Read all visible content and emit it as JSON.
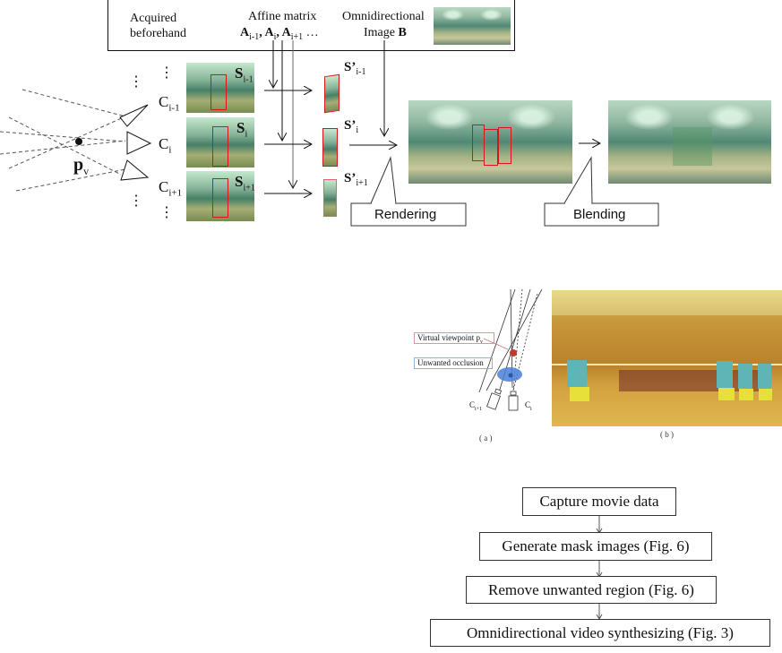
{
  "top_figure": {
    "acquired_box": {
      "label_line1": "Acquired",
      "label_line2": "beforehand",
      "affine_title": "Affine  matrix",
      "affine_items": [
        "A",
        "i-1",
        ", A",
        "i",
        ", A",
        "i+1",
        " …"
      ],
      "omni_title": "Omnidirectional",
      "omni_image_label": "Image",
      "omni_image_symbol": "B"
    },
    "viewpoint_label": "p",
    "viewpoint_sub": "v",
    "cameras": [
      {
        "name": "C",
        "sub": "i-1"
      },
      {
        "name": "C",
        "sub": "i"
      },
      {
        "name": "C",
        "sub": "i+1"
      }
    ],
    "ellipsis": "⋮",
    "segments": [
      {
        "name": "S",
        "sub": "i-1"
      },
      {
        "name": "S",
        "sub": "i"
      },
      {
        "name": "S",
        "sub": "i+1"
      }
    ],
    "transformed_segments": [
      {
        "name": "S’",
        "sub": "i-1"
      },
      {
        "name": "S’",
        "sub": "i"
      },
      {
        "name": "S’",
        "sub": "i+1"
      }
    ],
    "rendering_label": "Rendering",
    "blending_label": "Blending"
  },
  "occlusion_figure": {
    "virtual_viewpoint_label": "Virtual viewpoint p",
    "virtual_viewpoint_sub": "v",
    "unwanted_occlusion_label": "Unwanted occlusion",
    "camera_left": {
      "name": "C",
      "sub": "i+1"
    },
    "camera_right": {
      "name": "C",
      "sub": "i"
    },
    "caption_a": "( a )",
    "caption_b": "( b )",
    "colors": {
      "viewpoint": "#c0392b",
      "occlusion": "#4a7fd6",
      "viewpoint_box_border": "#c77",
      "occlusion_box_border": "#7aa6d6"
    }
  },
  "flowchart": {
    "steps": [
      "Capture movie data",
      "Generate mask images (Fig. 6)",
      "Remove unwanted region (Fig. 6)",
      "Omnidirectional video synthesizing (Fig. 3)"
    ]
  },
  "colors": {
    "segment_box": "#d8141b"
  }
}
